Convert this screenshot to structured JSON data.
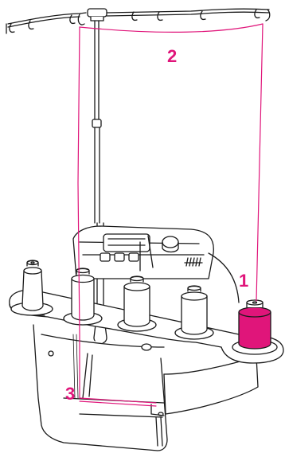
{
  "diagram": {
    "labels": {
      "step_1": "1",
      "step_2": "2",
      "step_3": "3"
    },
    "colors": {
      "accent": "#e0157a",
      "line": "#1a1a1a",
      "thread_spool": "#e0157a"
    },
    "spools": [
      {
        "name": "spool-left-outer",
        "active": false
      },
      {
        "name": "spool-left-inner",
        "active": false
      },
      {
        "name": "spool-center",
        "active": false
      },
      {
        "name": "spool-right-inner",
        "active": false
      },
      {
        "name": "spool-right-outer",
        "active": true
      }
    ]
  }
}
